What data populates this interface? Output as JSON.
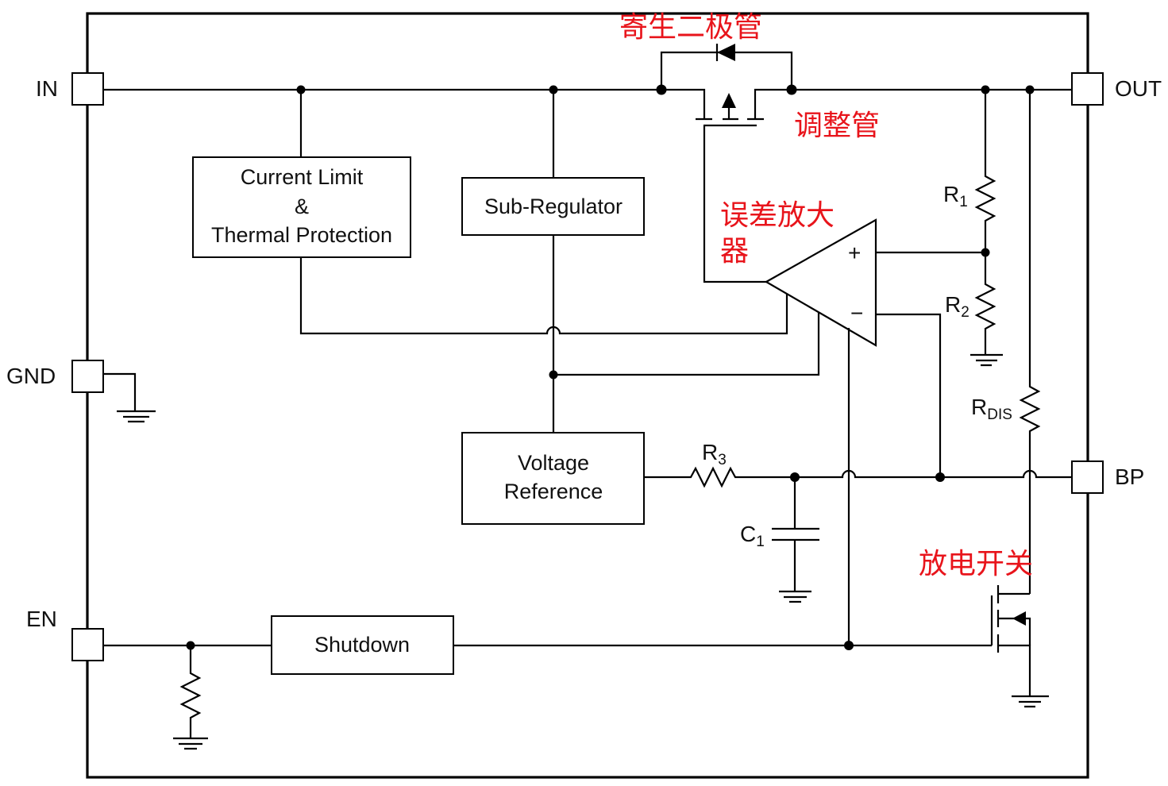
{
  "diagram": {
    "type": "LDO regulator functional block diagram",
    "pins": {
      "in": "IN",
      "out": "OUT",
      "gnd": "GND",
      "en": "EN",
      "bp": "BP"
    },
    "blocks": {
      "current_limit": [
        "Current Limit",
        "&",
        "Thermal Protection"
      ],
      "sub_regulator": "Sub-Regulator",
      "voltage_reference": [
        "Voltage",
        "Reference"
      ],
      "shutdown": "Shutdown"
    },
    "components": {
      "r1": {
        "main": "R",
        "sub": "1"
      },
      "r2": {
        "main": "R",
        "sub": "2"
      },
      "r3": {
        "main": "R",
        "sub": "3"
      },
      "c1": {
        "main": "C",
        "sub": "1"
      },
      "rdis": {
        "main": "R",
        "sub": "DIS"
      },
      "opamp_plus": "+",
      "opamp_minus": "−"
    },
    "annotations": {
      "parasitic_diode": "寄生二极管",
      "pass_transistor": "调整管",
      "error_amp_line1": "误差放大",
      "error_amp_line2": "器",
      "discharge_switch": "放电开关"
    },
    "colors": {
      "annotation": "#e8141b",
      "wire": "#000000"
    }
  }
}
